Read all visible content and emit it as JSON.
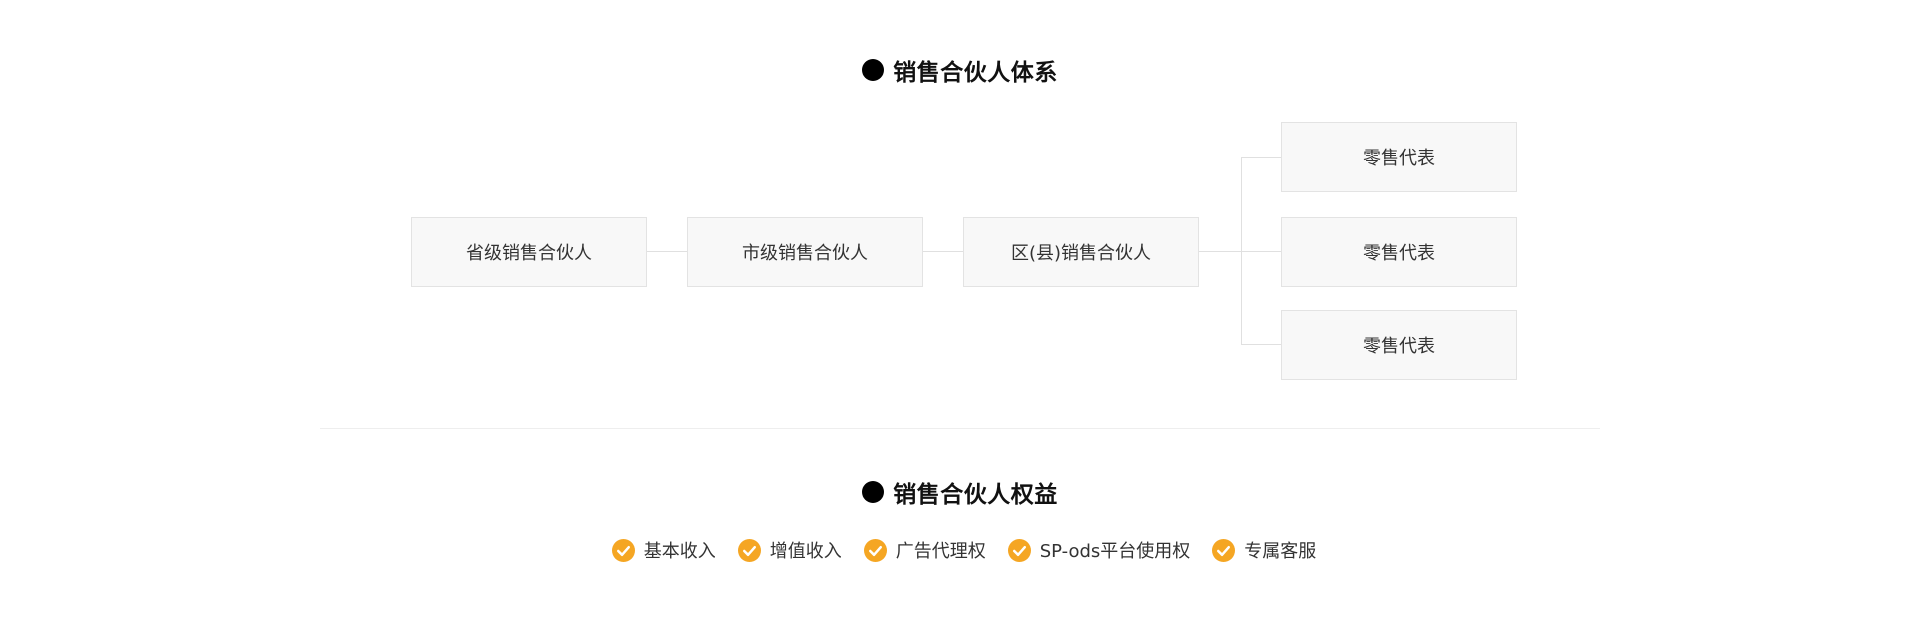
{
  "section1": {
    "title": "销售合伙人体系"
  },
  "hierarchy": {
    "province": "省级销售合伙人",
    "city": "市级销售合伙人",
    "district": "区(县)销售合伙人",
    "retail": [
      "零售代表",
      "零售代表",
      "零售代表"
    ]
  },
  "section2": {
    "title": "销售合伙人权益"
  },
  "benefits": [
    "基本收入",
    "增值收入",
    "广告代理权",
    "SP-ods平台使用权",
    "专属客服"
  ],
  "colors": {
    "check": "#f5a623",
    "dot": "#000000",
    "node_bg": "#f8f8f8",
    "node_border": "#e3e3e3",
    "connector": "#e0e0e0"
  },
  "icons": {
    "section_marker": "black-dot-icon",
    "benefit_marker": "check-circle-icon"
  }
}
